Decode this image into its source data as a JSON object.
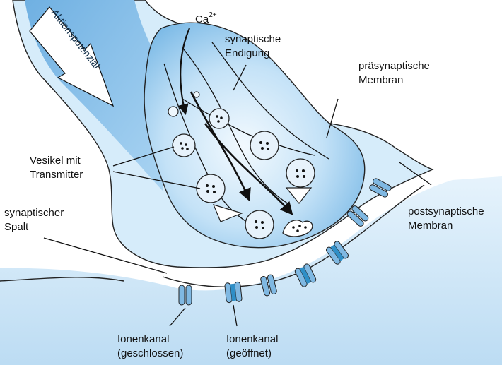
{
  "labels": {
    "action_potential": "Aktionspotenzial",
    "calcium_base": "Ca",
    "calcium_charge": "2+",
    "synaptic_ending_1": "synaptische",
    "synaptic_ending_2": "Endigung",
    "presynaptic_membrane_1": "präsynaptische",
    "presynaptic_membrane_2": "Membran",
    "vesicles_1": "Vesikel mit",
    "vesicles_2": "Transmitter",
    "synaptic_cleft_1": "synaptischer",
    "synaptic_cleft_2": "Spalt",
    "postsynaptic_membrane_1": "postsynaptische",
    "postsynaptic_membrane_2": "Membran",
    "ion_channel_closed_1": "Ionenkanal",
    "ion_channel_closed_2": "(geschlossen)",
    "ion_channel_open_1": "Ionenkanal",
    "ion_channel_open_2": "(geöffnet)"
  },
  "colors": {
    "axon_blue": "#8cc6ec",
    "terminal_light": "#cfe7f8",
    "terminal_dark": "#6fb3e4",
    "postsynaptic_blue": "#cbe5f7",
    "channel_blue": "#7fb8e2",
    "channel_open": "#2f8fc7",
    "vesicle_fill": "#e7f2fb"
  }
}
